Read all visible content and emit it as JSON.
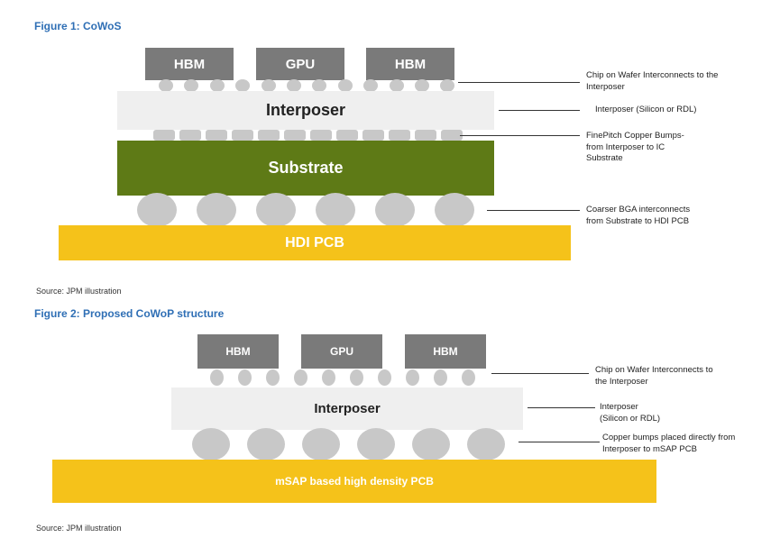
{
  "figure1": {
    "title": "Figure 1: CoWoS",
    "chips": [
      "HBM",
      "GPU",
      "HBM"
    ],
    "interposer_label": "Interposer",
    "substrate_label": "Substrate",
    "pcb_label": "HDI PCB",
    "annotations": [
      "Chip on Wafer Interconnects to the\nInterposer",
      "Interposer (Silicon or RDL)",
      "FinePitch Copper Bumps-\nfrom Interposer to IC\nSubstrate",
      "Coarser BGA interconnects\nfrom Substrate to HDI PCB"
    ],
    "source": "Source: JPM illustration"
  },
  "figure2": {
    "title": "Figure 2: Proposed CoWoP structure",
    "chips": [
      "HBM",
      "GPU",
      "HBM"
    ],
    "interposer_label": "Interposer",
    "pcb_label": "mSAP based high density PCB",
    "annotations": [
      "Chip on Wafer Interconnects to\nthe Interposer",
      "Interposer\n(Silicon or RDL)",
      "Copper bumps placed directly from\nInterposer to mSAP PCB"
    ],
    "source": "Source: JPM illustration"
  },
  "colors": {
    "title_blue": "#2f6fb5",
    "chip_gray": "#7a7a7a",
    "interposer": "#efefef",
    "bump": "#c8c8c8",
    "substrate_green": "#5e7a16",
    "pcb_yellow": "#f5c21a"
  }
}
